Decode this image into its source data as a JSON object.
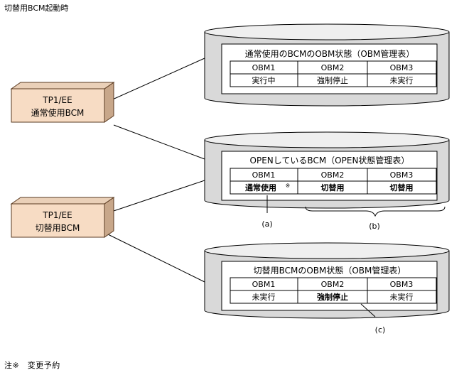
{
  "heading": "切替用BCM起動時",
  "left_boxes": [
    {
      "line1": "TP1/EE",
      "line2": "通常使用BCM"
    },
    {
      "line1": "TP1/EE",
      "line2": "切替用BCM"
    }
  ],
  "cylinders": [
    {
      "title": "通常使用のBCMのOBM状態（OBM管理表）",
      "headers": [
        "OBM1",
        "OBM2",
        "OBM3"
      ],
      "values": [
        "実行中",
        "強制停止",
        "未実行"
      ]
    },
    {
      "title": "OPENしているBCM（OPEN状態管理表）",
      "headers": [
        "OBM1",
        "OBM2",
        "OBM3"
      ],
      "values": [
        "通常使用",
        "切替用",
        "切替用"
      ],
      "value_mark": "※"
    },
    {
      "title": "切替用BCMのOBM状態（OBM管理表）",
      "headers": [
        "OBM1",
        "OBM2",
        "OBM3"
      ],
      "values": [
        "未実行",
        "強制停止",
        "未実行"
      ]
    }
  ],
  "callouts": {
    "a": "(a)",
    "b": "(b)",
    "c": "(c)"
  },
  "footnote": "注※　変更予約",
  "colors": {
    "box_fill": "#f7dcc4",
    "box_edge": "#5a3a20",
    "cylinder_fill": "#d9d9d9",
    "line": "#000000"
  }
}
